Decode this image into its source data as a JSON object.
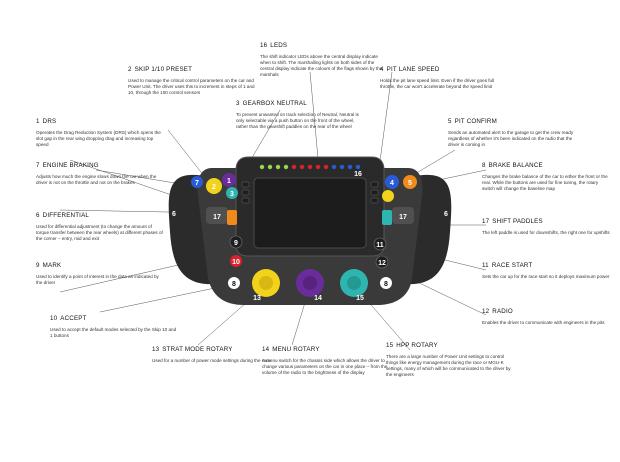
{
  "annotations": [
    {
      "id": "skip",
      "number": "2",
      "title": "SKIP 1/10 PRESET",
      "desc": "Used to manage the critical control parameters on the car and Power Unit. The driver uses this to increment in steps of 1 and 10, through the 100 control sensors"
    },
    {
      "id": "drs",
      "number": "1",
      "title": "DRS",
      "desc": "Operates the Drag Reduction System (DRS) which opens the slot gap in the rear wing dropping drag and increasing top speed"
    },
    {
      "id": "engine-braking",
      "number": "7",
      "title": "ENGINE BRAKING",
      "desc": "Adjusts how much the engine slows down the car when the driver is not on the throttle and not on the brakes"
    },
    {
      "id": "differential",
      "number": "6",
      "title": "DIFFERENTIAL",
      "desc": "Used for differential adjustment (to change the amount of torque transfer between the rear wheels) at different phases of the corner – entry, mid and exit"
    },
    {
      "id": "mark",
      "number": "9",
      "title": "MARK",
      "desc": "Used to identify a point of interest in the data as indicated by the driver"
    },
    {
      "id": "accept",
      "number": "10",
      "title": "ACCEPT",
      "desc": "Used to accept the default modes selected by the Skip 10 and 1 buttons"
    },
    {
      "id": "strat",
      "number": "13",
      "title": "STRAT MODE ROTARY",
      "desc": "Used for a number of power mode settings during the race"
    },
    {
      "id": "menu",
      "number": "14",
      "title": "MENU ROTARY",
      "desc": "A menu switch for the chassis side which allows the driver to change various parameters on the car in one place – from the volume of the radio to the brightness of the display"
    },
    {
      "id": "leds",
      "number": "16",
      "title": "LEDs",
      "desc": "The shift indicator LEDs above the central display indicate when to shift. The marshalling lights on both sides of the central display indicate the colours of the flags shown by the marshals"
    },
    {
      "id": "gearbox",
      "number": "3",
      "title": "GEARBOX NEUTRAL",
      "desc": "To prevent unwanted on track selection of Neutral, Neutral is only selectable via a push button on the front of the wheel, rather than the gearshift paddles on the rear of the wheel"
    },
    {
      "id": "pitlane",
      "number": "4",
      "title": "PIT LANE SPEED",
      "desc": "Holds the pit lane speed limit. Even if the driver goes full throttle, the car won't accelerate beyond the speed limit"
    },
    {
      "id": "pitconfirm",
      "number": "5",
      "title": "PIT CONFIRM",
      "desc": "Sends an automated alert to the garage to get the crew ready regardless of whether it's been indicated on the radio that the driver is coming in"
    },
    {
      "id": "brake",
      "number": "8",
      "title": "BRAKE BALANCE",
      "desc": "Changes the brake balance of the car to either the front or the rear. While the buttons are used for fine tuning, the rotary switch will change the baseline map"
    },
    {
      "id": "paddles",
      "number": "17",
      "title": "SHIFT PADDLES",
      "desc": "The left paddle is used for downshifts, the right one for upshifts"
    },
    {
      "id": "racestart",
      "number": "11",
      "title": "RACE START",
      "desc": "Sets the car up for the race start so it deploys maximum power"
    },
    {
      "id": "radio",
      "number": "12",
      "title": "RADIO",
      "desc": "Enables the driver to communicate with engineers in the pits"
    },
    {
      "id": "hpp",
      "number": "15",
      "title": "HPP ROTARY",
      "desc": "There are a large number of Power Unit settings to control things like energy management during the race or MGU-K settings, many of which will be communicated to the driver by the engineers"
    }
  ],
  "wheel_labels": {
    "n1": "1",
    "n2": "2",
    "n3": "3",
    "n4": "4",
    "n5": "5",
    "n6l": "6",
    "n6r": "6",
    "n7": "7",
    "n8l": "8",
    "n8r": "8",
    "n9": "9",
    "n10": "10",
    "n11": "11",
    "n12": "12",
    "n13": "13",
    "n14": "14",
    "n15": "15",
    "n16": "16",
    "n17l": "17",
    "n17r": "17"
  },
  "colors": {
    "wheel_body": "#3a3a3a",
    "grip": "#2b2b2b",
    "screen": "#1c1c1c",
    "yellow": "#f2d21b",
    "blue": "#2a5bd7",
    "purple": "#6a2c9a",
    "teal": "#2fb5b0",
    "orange": "#f08a1c",
    "red": "#d8232a",
    "white": "#ffffff"
  }
}
